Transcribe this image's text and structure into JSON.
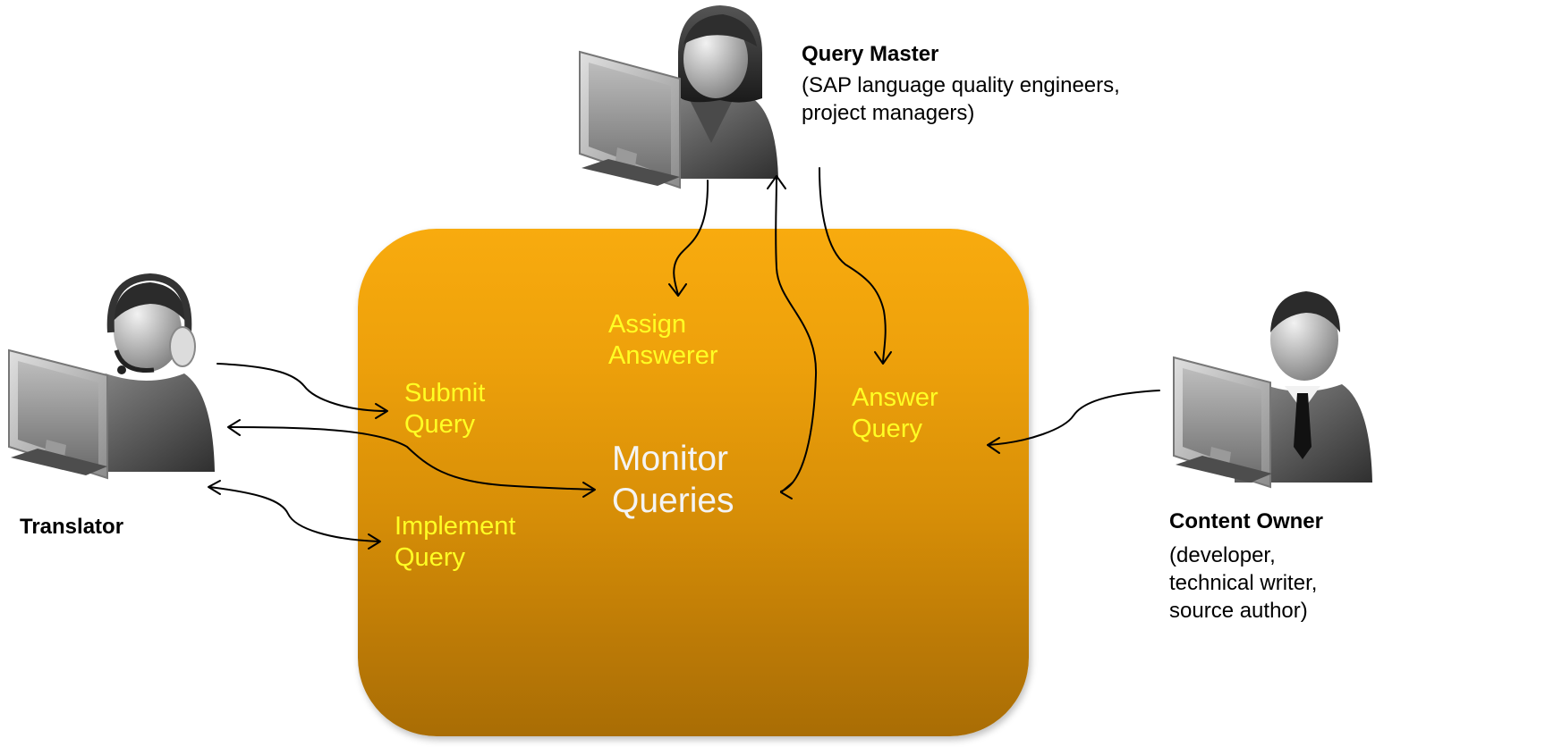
{
  "actors": {
    "query_master": {
      "name": "Query Master",
      "description": [
        "(SAP language quality engineers,",
        "project managers)"
      ]
    },
    "translator": {
      "name": "Translator"
    },
    "content_owner": {
      "name": "Content Owner",
      "description": [
        "(developer,",
        "technical writer,",
        "source author)"
      ]
    }
  },
  "activities": {
    "assign_answerer": [
      "Assign",
      "Answerer"
    ],
    "submit_query": [
      "Submit",
      "Query"
    ],
    "monitor_queries": [
      "Monitor",
      "Queries"
    ],
    "answer_query": [
      "Answer",
      "Query"
    ],
    "implement_query": [
      "Implement",
      "Query"
    ]
  },
  "colors": {
    "activity_box": "#eea10b",
    "activity_label": "#ffff24",
    "central_label": "#f4f4f4",
    "arrows": "#000000"
  }
}
